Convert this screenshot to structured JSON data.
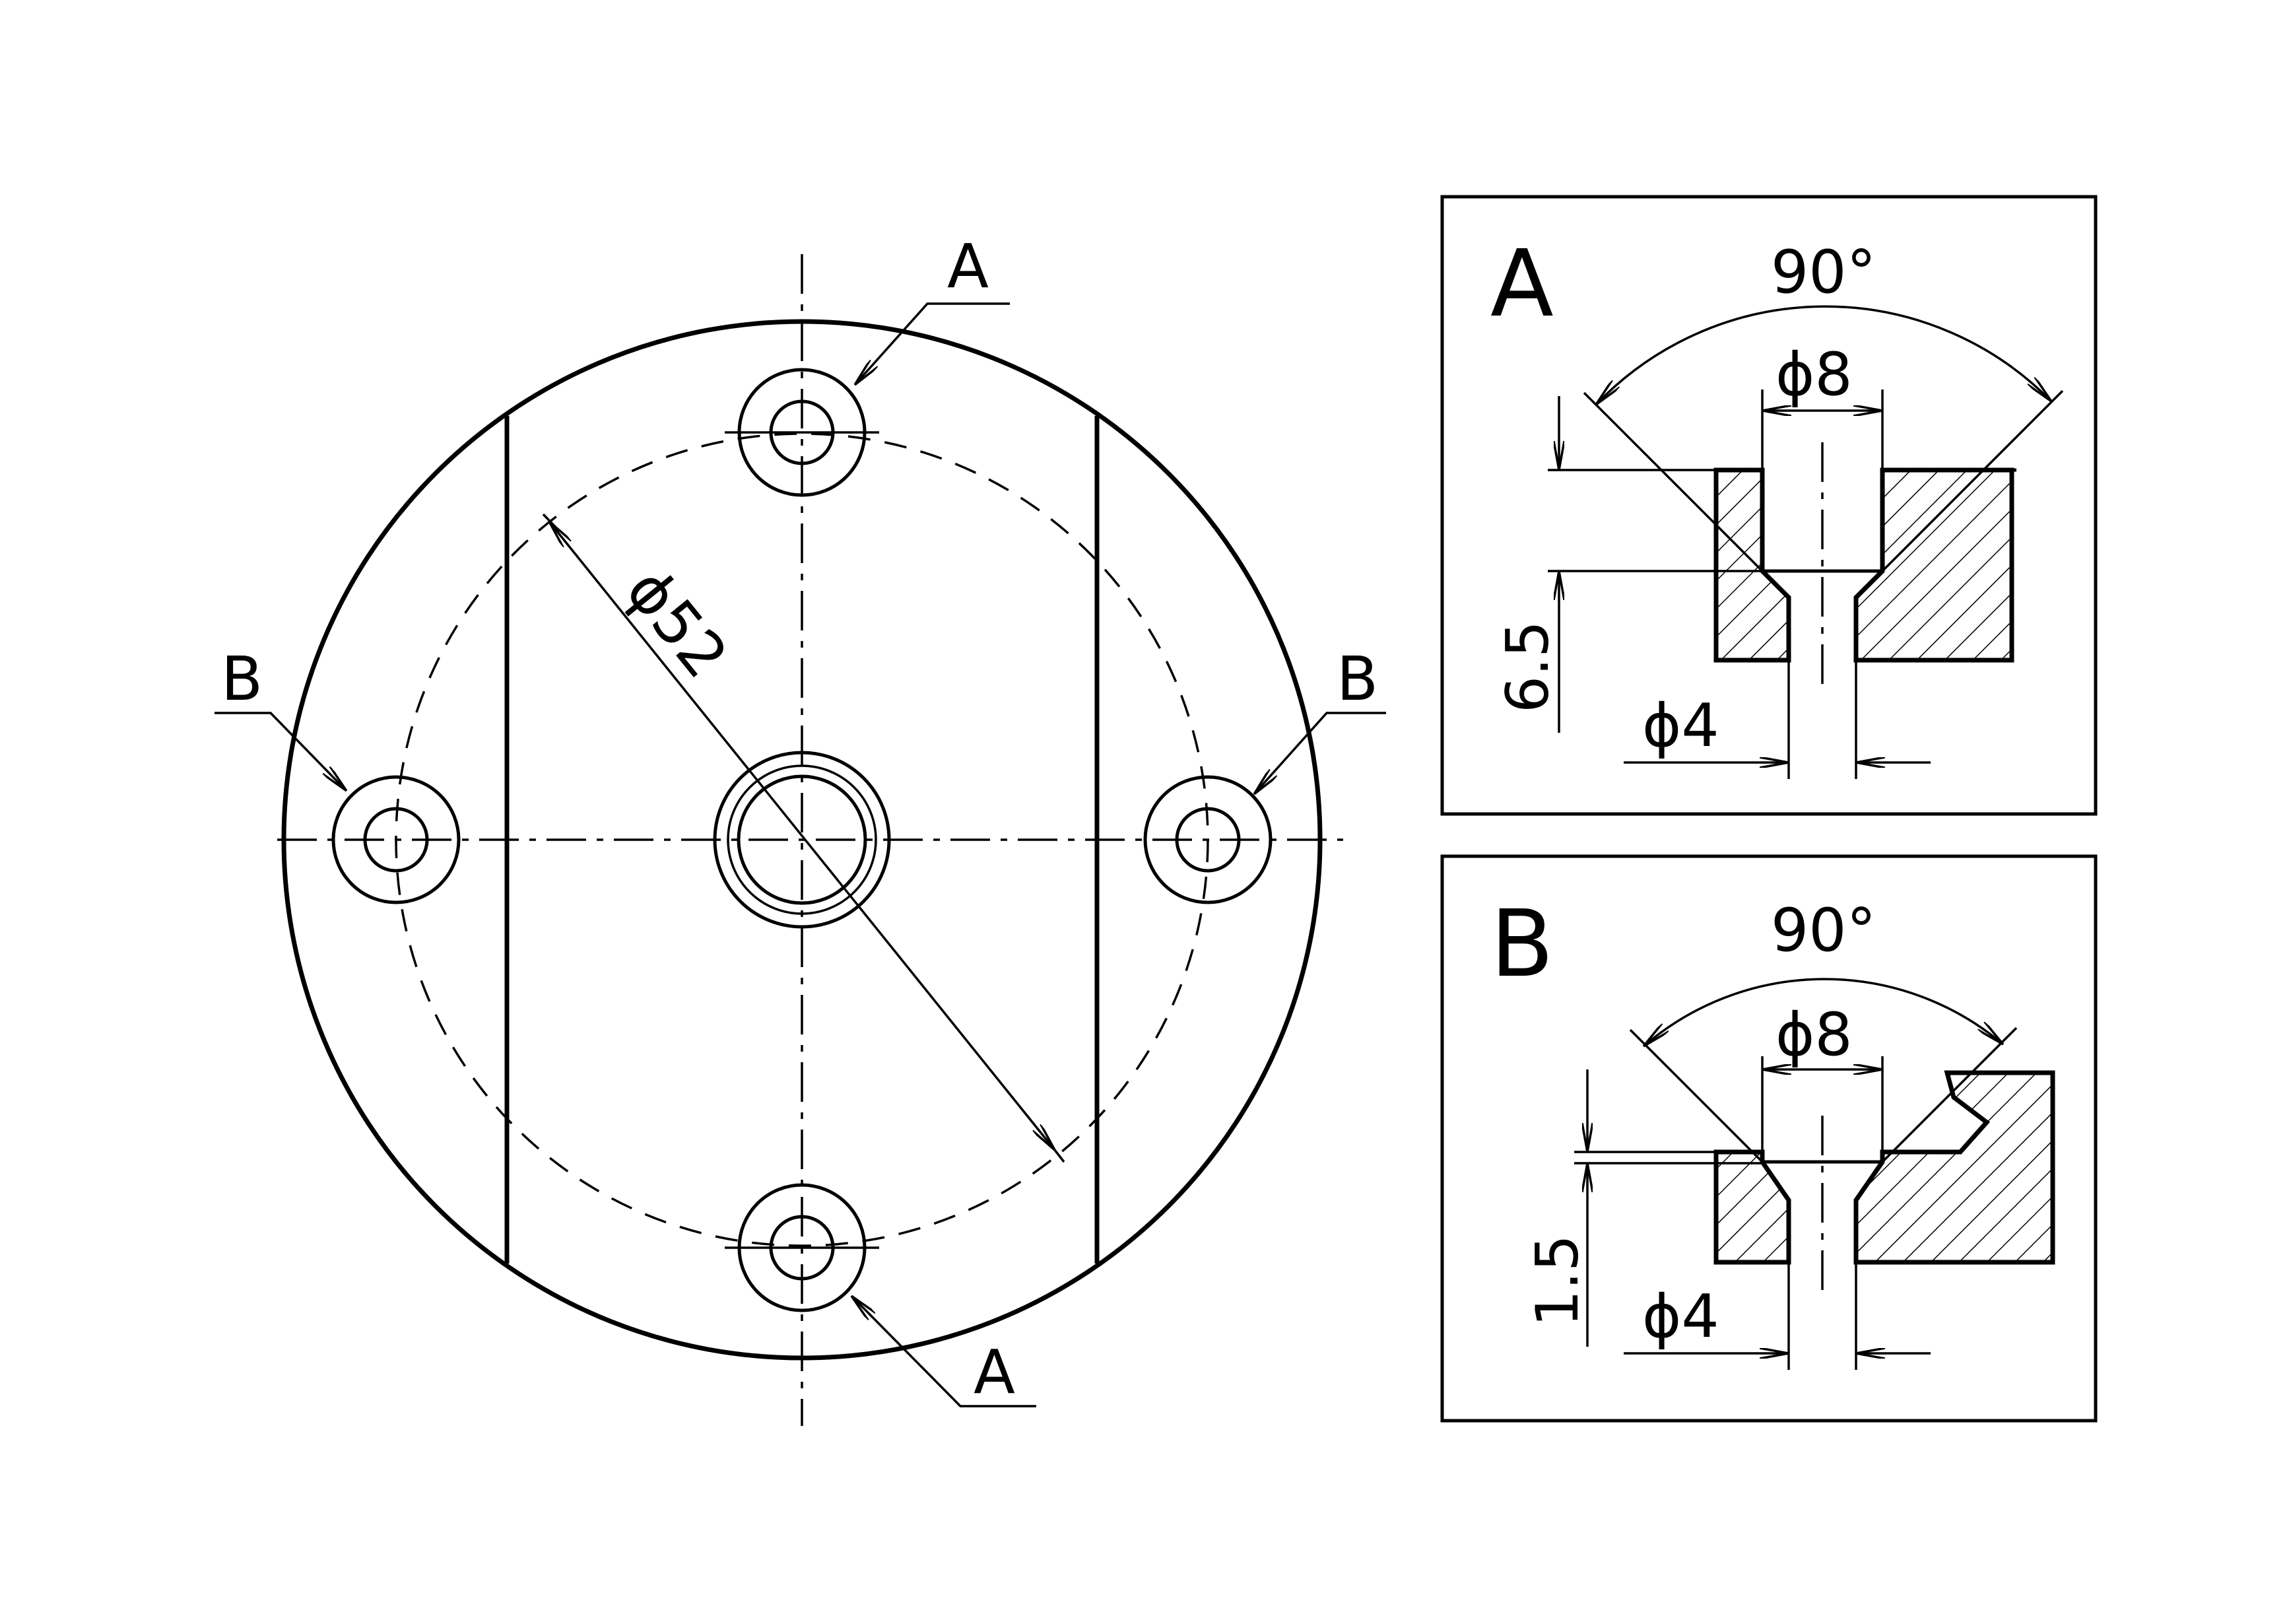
{
  "main_view": {
    "pcd_label": "ϕ52",
    "hole_a_label_top": "A",
    "hole_a_label_bottom": "A",
    "hole_b_label_left": "B",
    "hole_b_label_right": "B"
  },
  "detail_a": {
    "title": "A",
    "angle_label": "90°",
    "counterbore_dia_label": "ϕ8",
    "depth_label": "6.5",
    "hole_dia_label": "ϕ4"
  },
  "detail_b": {
    "title": "B",
    "angle_label": "90°",
    "counterbore_dia_label": "ϕ8",
    "depth_label": "1.5",
    "hole_dia_label": "ϕ4"
  }
}
